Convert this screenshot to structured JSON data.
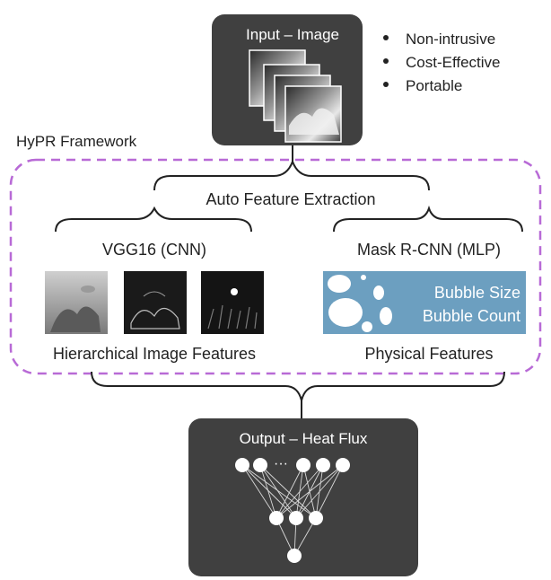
{
  "input_box": {
    "title": "Input – Image",
    "bullets": [
      "Non-intrusive",
      "Cost-Effective",
      "Portable"
    ]
  },
  "framework": {
    "label": "HyPR Framework",
    "auto_feature_label": "Auto Feature Extraction",
    "left_branch": {
      "title": "VGG16 (CNN)",
      "caption": "Hierarchical Image Features"
    },
    "right_branch": {
      "title": "Mask R-CNN (MLP)",
      "caption": "Physical Features",
      "panel_lines": [
        "Bubble Size",
        "Bubble Count"
      ]
    }
  },
  "output_box": {
    "title": "Output – Heat Flux",
    "ellipsis": "···",
    "network_layers": [
      5,
      3,
      1
    ]
  },
  "colors": {
    "box_fill": "#404040",
    "dashed_border": "#b86ad6",
    "panel_blue": "#6c9fc0",
    "text_dark": "#222222",
    "text_light": "#ffffff"
  }
}
